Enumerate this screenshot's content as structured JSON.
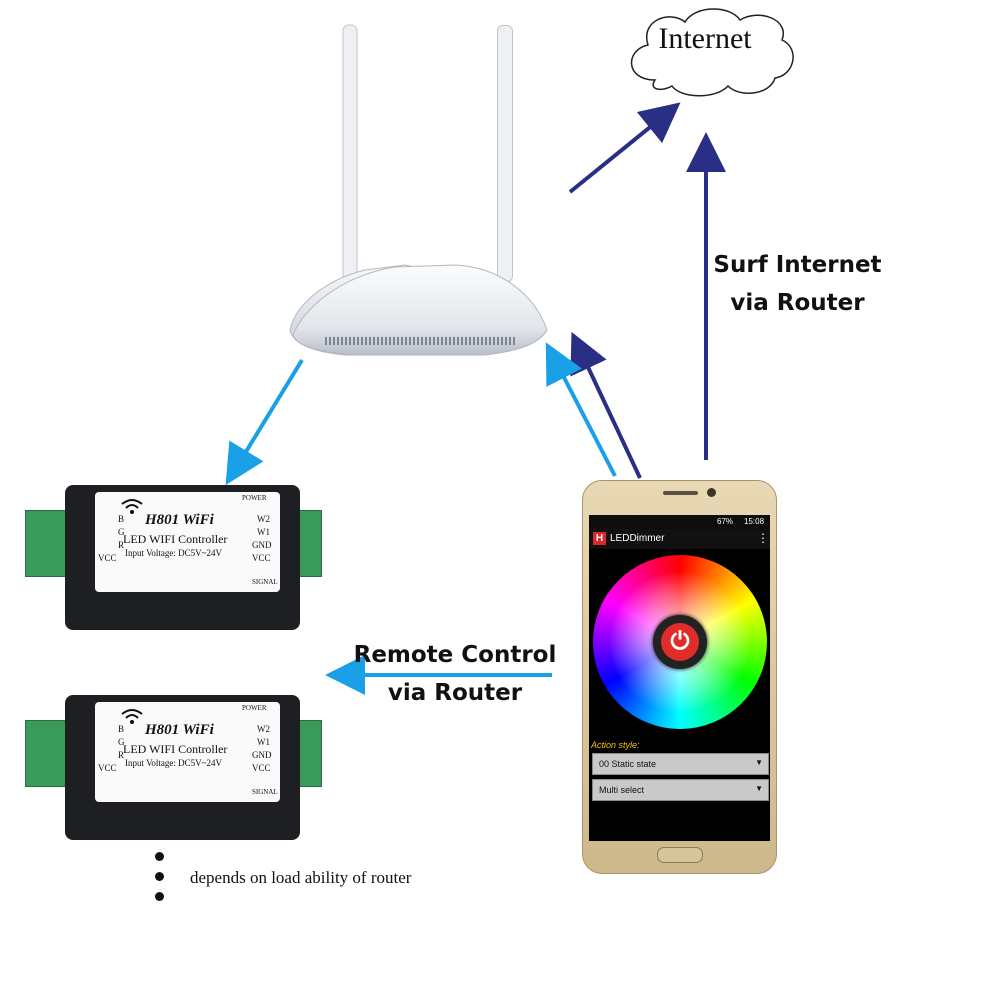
{
  "diagram": {
    "cloud": {
      "label": "Internet"
    },
    "labels": {
      "surf_line1": "Surf Internet",
      "surf_line2": "via Router",
      "remote_line1": "Remote Control",
      "remote_line2": "via Router"
    },
    "footnote": "depends on load ability of router",
    "colors": {
      "dark_arrow": "#2a2f86",
      "light_arrow": "#1aa0e6"
    }
  },
  "controller": {
    "title": "H801 WiFi",
    "subtitle": "LED WIFI  Controller",
    "voltage": "Input Voltage: DC5V~24V",
    "left_pins": [
      "B",
      "G",
      "R",
      "VCC"
    ],
    "right_pins": [
      "W2",
      "W1",
      "GND",
      "VCC"
    ],
    "power_label": "POWER",
    "signal_label": "SIGNAL"
  },
  "phone": {
    "status_battery": "67%",
    "status_time": "15:08",
    "app_name": "LEDDimmer",
    "action_style_label": "Action style:",
    "dropdown1": "00 Static state",
    "dropdown2": "Multi select"
  }
}
